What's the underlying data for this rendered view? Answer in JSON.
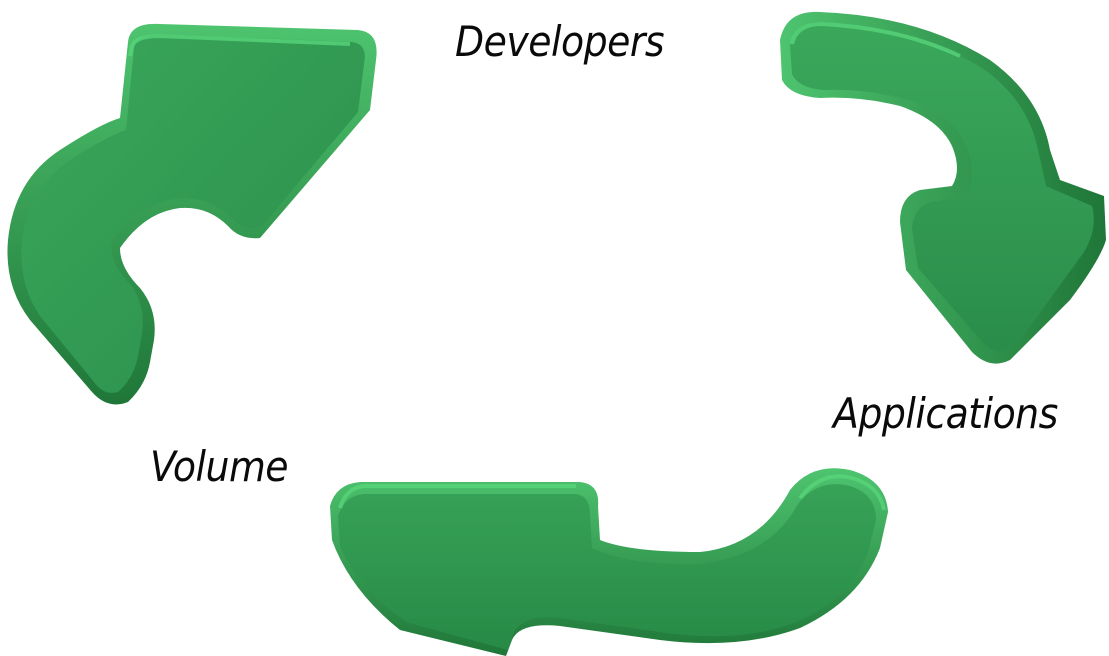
{
  "diagram": {
    "type": "cycle",
    "labels": {
      "developers": "Developers",
      "applications": "Applications",
      "volume": "Volume"
    },
    "colors": {
      "arrow_face": "#2f9a52",
      "arrow_side": "#237c3e",
      "arrow_highlight": "#4cc46d",
      "text": "#0a0a0a",
      "background": "#ffffff"
    },
    "flow": [
      "Developers",
      "Applications",
      "Volume"
    ]
  }
}
